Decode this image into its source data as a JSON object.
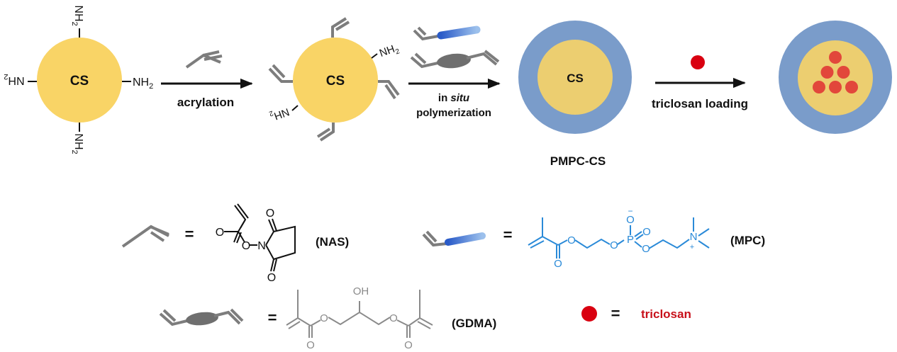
{
  "colors": {
    "core": "#f9d466",
    "core_inner": "#ecce70",
    "shell": "#7a9cca",
    "drug": "#d90010",
    "drug_loaded": "#e2473b",
    "monomer_gray": "#7d7d7d",
    "mpc_blue": "#2a8ad8",
    "gdma_gray": "#8a8a8a",
    "triclosan_text": "#c8101a"
  },
  "scheme": {
    "particle_core_label": "CS",
    "amine_label": "NH",
    "amine_subscript": "2",
    "step1": {
      "label": "acrylation",
      "reagent_icon": "acryl-monomer-icon"
    },
    "step2": {
      "label_plain": "in ",
      "label_italic": "situ",
      "label_line2": "polymerization",
      "reagent_icons": [
        "mpc-monomer-icon",
        "gdma-crosslinker-icon"
      ]
    },
    "step3": {
      "label": "triclosan loading",
      "reagent_icon": "triclosan-dot-icon"
    },
    "product_label": "PMPC-CS",
    "loaded_drug_count": 6
  },
  "legend": {
    "equals": "=",
    "nas": {
      "name": "(NAS)",
      "atoms": {
        "o1": "O",
        "o2": "O",
        "n": "N",
        "o3": "O",
        "o4": "O"
      }
    },
    "mpc": {
      "name": "(MPC)",
      "atoms": {
        "o1": "O",
        "o2": "O",
        "o3": "O",
        "p": "P",
        "o4": "O",
        "o5": "O",
        "o6": "O",
        "n": "N",
        "minus": "−",
        "plus": "+"
      }
    },
    "gdma": {
      "name": "(GDMA)",
      "atoms": {
        "o1": "O",
        "o2": "O",
        "oh": "OH",
        "o3": "O",
        "o4": "O"
      }
    },
    "triclosan": {
      "name": "triclosan"
    }
  }
}
